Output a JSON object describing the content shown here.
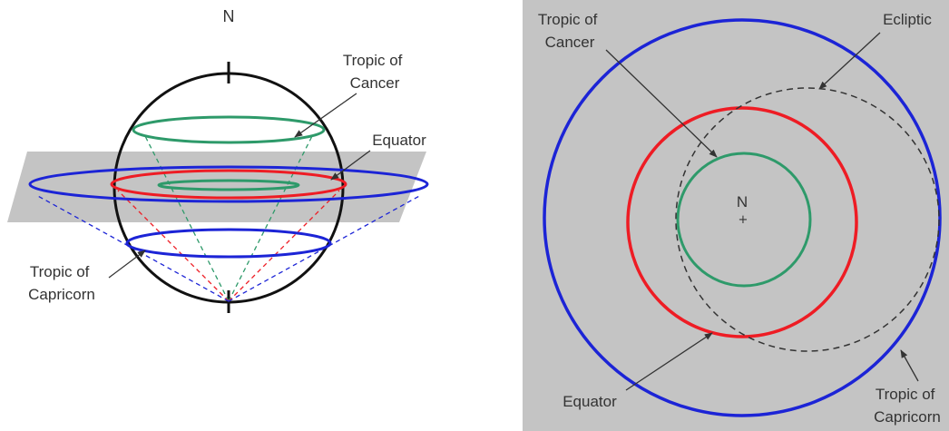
{
  "colors": {
    "panel": "#c4c4c4",
    "equator": "#ee1c24",
    "tropic_cancer": "#2e9a6a",
    "tropic_capricorn": "#1c24d6",
    "outline": "#111111",
    "ecliptic": "#333333",
    "text": "#333333"
  },
  "left_diagram": {
    "north_label": "N",
    "tropic_cancer_label": [
      "Tropic of",
      "Cancer"
    ],
    "equator_label": "Equator",
    "tropic_capricorn_label": [
      "Tropic of",
      "Capricorn"
    ]
  },
  "right_diagram": {
    "north_label": "N",
    "tropic_cancer_label": [
      "Tropic of",
      "Cancer"
    ],
    "ecliptic_label": "Ecliptic",
    "equator_label": "Equator",
    "tropic_capricorn_label": [
      "Tropic of",
      "Capricorn"
    ]
  }
}
